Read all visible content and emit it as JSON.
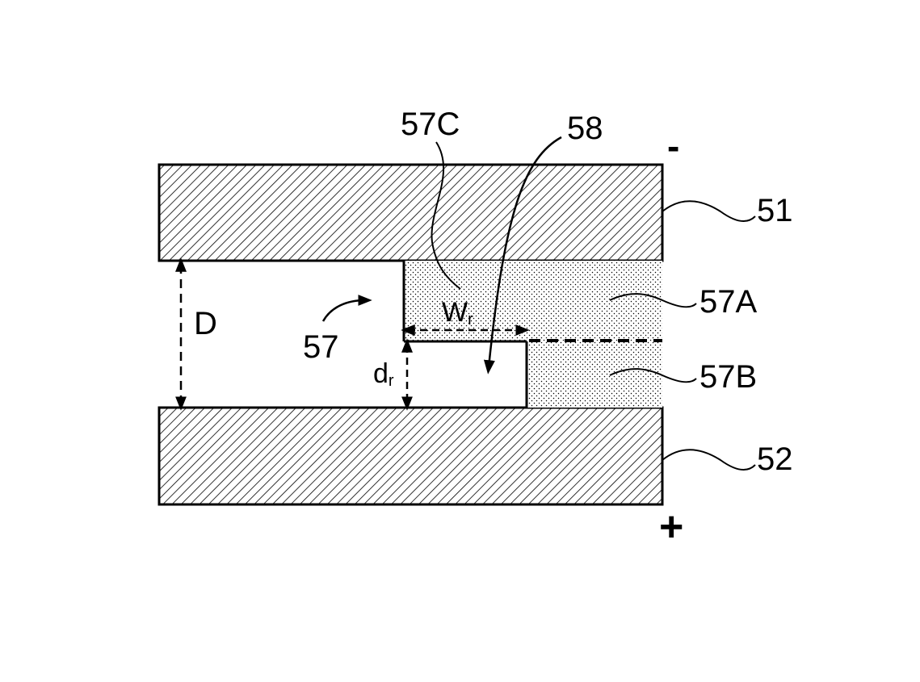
{
  "labels": {
    "top_electrode": "51",
    "bottom_electrode": "52",
    "feature": "57",
    "region_a": "57A",
    "region_b": "57B",
    "region_c": "57C",
    "path": "58",
    "minus_sign": "-",
    "plus_sign": "+",
    "gap_symbol": "D",
    "depth_symbol": "d",
    "depth_subscript": "r",
    "width_symbol": "W",
    "width_subscript": "r"
  },
  "colors": {
    "line": "#000000",
    "background": "#ffffff"
  }
}
